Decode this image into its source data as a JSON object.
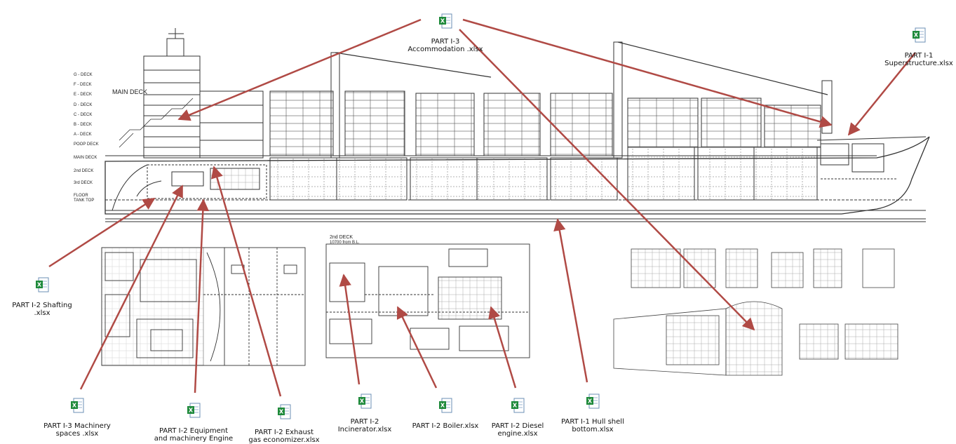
{
  "labels": {
    "main_deck": "MAIN DECK",
    "decks": [
      "G - DECK",
      "F - DECK",
      "E - DECK",
      "D - DECK",
      "C - DECK",
      "B - DECK",
      "A - DECK",
      "POOP DECK",
      "MAIN DECK",
      "2nd DECK",
      "3rd DECK",
      "FLOOR",
      "TANK TOP"
    ],
    "second_deck_title": "2nd DECK",
    "second_deck_sub": "10700 from B.L."
  },
  "files": [
    {
      "id": "accommodation",
      "name": "PART I-3\nAccommodation .xlsx"
    },
    {
      "id": "superstructure",
      "name": "PART I-1\nSuperstructure.xlsx"
    },
    {
      "id": "shafting",
      "name": "PART I-2  Shafting\n.xlsx"
    },
    {
      "id": "machinery_spaces",
      "name": "PART I-3 Machinery\nspaces .xlsx"
    },
    {
      "id": "equipment",
      "name": "PART I-2 Equipment\nand machinery Engine"
    },
    {
      "id": "exhaust",
      "name": "PART I-2 Exhaust\ngas economizer.xlsx"
    },
    {
      "id": "incinerator",
      "name": "PART I-2\nIncinerator.xlsx"
    },
    {
      "id": "boiler",
      "name": "PART I-2 Boiler.xlsx"
    },
    {
      "id": "diesel",
      "name": "PART I-2 Diesel\nengine.xlsx"
    },
    {
      "id": "hull",
      "name": "PART I-1 Hull shell\nbottom.xlsx"
    }
  ],
  "colors": {
    "arrow": "#b04a45",
    "line": "#333333",
    "icon_green": "#1f8a3b"
  }
}
